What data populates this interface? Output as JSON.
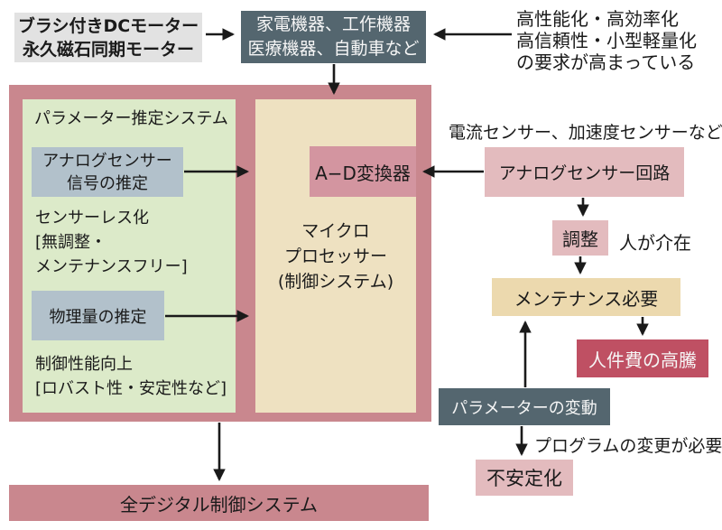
{
  "diagram": {
    "motors": {
      "line1": "ブラシ付きDCモーター",
      "line2": "永久磁石同期モーター"
    },
    "applications": {
      "line1": "家電機器、工作機器",
      "line2": "医療機器、自動車など"
    },
    "demand_note": {
      "line1": "高性能化・高効率化",
      "line2": "高信頼性・小型軽量化",
      "line3": "の要求が高まっている"
    },
    "estimation_system": {
      "title": "パラメーター推定システム",
      "analog_estimation": {
        "line1": "アナログセンサー",
        "line2": "信号の推定"
      },
      "sensorless_note": {
        "line1": "センサーレス化",
        "line2": "[無調整・",
        "line3": "メンテナンスフリー]"
      },
      "physical_estimation": "物理量の推定",
      "control_note": {
        "line1": "制御性能向上",
        "line2": "[ロバスト性・安定性など]"
      }
    },
    "ad_converter": "A−D変換器",
    "microprocessor": {
      "line1": "マイクロ",
      "line2": "プロセッサー",
      "line3": "(制御システム)"
    },
    "sensors_note": "電流センサー、加速度センサーなど",
    "analog_circuit": "アナログセンサー回路",
    "adjustment": "調整",
    "human_note": "人が介在",
    "maintenance": "メンテナンス必要",
    "labor_cost": "人件費の高騰",
    "parameter_variation": "パラメーターの変動",
    "program_note": "プログラムの変更が必要",
    "instability": "不安定化",
    "digital_system": "全デジタル制御システム"
  },
  "colors": {
    "gray_box": "#e2e2e2",
    "slate": "#54666f",
    "container_pink": "#c9878e",
    "panel_green": "#dceac9",
    "blue_gray": "#b2c1cb",
    "tan": "#eee1c1",
    "ad_pink": "#d395a0",
    "light_pink": "#e3bbbe",
    "maintenance_tan": "#ecd9ae",
    "crimson": "#bf5063",
    "arrow_black": "#1a1a1a",
    "text_dark": "#1a1a1a",
    "text_light": "#f6f6f6"
  }
}
